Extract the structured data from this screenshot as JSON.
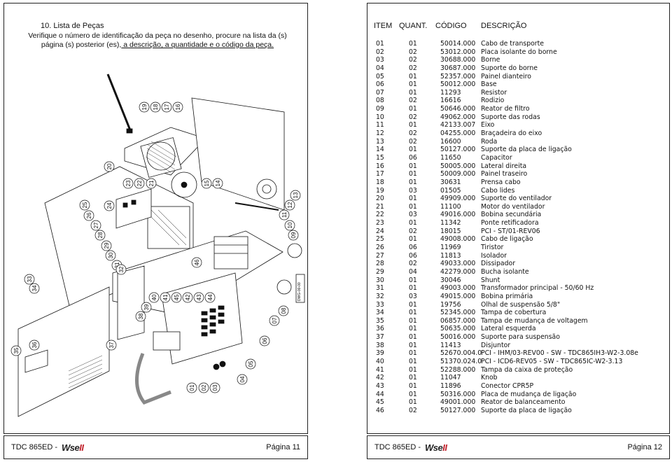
{
  "left": {
    "section_title": "10.  Lista de Peças",
    "intro_line1": "Verifique o número de identificação da peça no desenho, procure na lista da (s)",
    "intro_line2_a": "página (s) posterior (es),",
    "intro_line2_b": " a descrição, a quantidade e o código da peça.",
    "diagram_code": "DWG-00-00",
    "callouts": [
      "01",
      "02",
      "03",
      "04",
      "05",
      "06",
      "07",
      "08",
      "09",
      "10",
      "11",
      "12",
      "13",
      "14",
      "15",
      "16",
      "17",
      "18",
      "19",
      "20",
      "21",
      "22",
      "23",
      "24",
      "25",
      "26",
      "27",
      "28",
      "29",
      "30",
      "31",
      "32",
      "33",
      "34",
      "35",
      "36",
      "37",
      "38",
      "39",
      "40",
      "41",
      "42",
      "43",
      "44",
      "45",
      "46"
    ],
    "footer": {
      "model": "TDC 865ED -",
      "logo_main": "Wse",
      "logo_sub": "II",
      "page": "Página 11"
    }
  },
  "right": {
    "headers": {
      "item": "ITEM",
      "qty": "QUANT.",
      "code": "CÓDIGO",
      "desc": "DESCRIÇÃO"
    },
    "parts": [
      [
        "01",
        "01",
        "50014.000",
        "Cabo de transporte"
      ],
      [
        "02",
        "02",
        "53012.000",
        "Placa isolante do borne"
      ],
      [
        "03",
        "02",
        "30688.000",
        "Borne"
      ],
      [
        "04",
        "02",
        "30687.000",
        "Suporte do borne"
      ],
      [
        "05",
        "01",
        "52357.000",
        "Painel dianteiro"
      ],
      [
        "06",
        "01",
        "50012.000",
        "Base"
      ],
      [
        "07",
        "01",
        "11293",
        "Resistor"
      ],
      [
        "08",
        "02",
        "16616",
        "Rodizio"
      ],
      [
        "09",
        "01",
        "50646.000",
        "Reator de filtro"
      ],
      [
        "10",
        "02",
        "49062.000",
        "Suporte das rodas"
      ],
      [
        "11",
        "01",
        "42133.007",
        "Eixo"
      ],
      [
        "12",
        "02",
        "04255.000",
        "Braçadeira do eixo"
      ],
      [
        "13",
        "02",
        "16600",
        "Roda"
      ],
      [
        "14",
        "01",
        "50127.000",
        "Suporte da placa de ligação"
      ],
      [
        "15",
        "06",
        "11650",
        "Capacitor"
      ],
      [
        "16",
        "01",
        "50005.000",
        "Lateral direita"
      ],
      [
        "17",
        "01",
        "50009.000",
        "Painel traseiro"
      ],
      [
        "18",
        "01",
        "30631",
        "Prensa cabo"
      ],
      [
        "19",
        "03",
        "01505",
        "Cabo lides"
      ],
      [
        "20",
        "01",
        "49909.000",
        "Suporte do ventilador"
      ],
      [
        "21",
        "01",
        "11100",
        "Motor do ventilador"
      ],
      [
        "22",
        "03",
        "49016.000",
        "Bobina secundária"
      ],
      [
        "23",
        "01",
        "11342",
        "Ponte retificadora"
      ],
      [
        "24",
        "02",
        "18015",
        "PCI - ST/01-REV06"
      ],
      [
        "25",
        "01",
        "49008.000",
        "Cabo de ligação"
      ],
      [
        "26",
        "06",
        "11969",
        "Tiristor"
      ],
      [
        "27",
        "06",
        "11813",
        "Isolador"
      ],
      [
        "28",
        "02",
        "49033.000",
        "Dissipador"
      ],
      [
        "29",
        "04",
        "42279.000",
        "Bucha isolante"
      ],
      [
        "30",
        "01",
        "30046",
        "Shunt"
      ],
      [
        "31",
        "01",
        "49003.000",
        "Transformador principal - 50/60 Hz"
      ],
      [
        "32",
        "03",
        "49015.000",
        "Bobina primária"
      ],
      [
        "33",
        "01",
        "19756",
        "Olhal de suspensão 5/8\""
      ],
      [
        "34",
        "01",
        "52345.000",
        "Tampa de cobertura"
      ],
      [
        "35",
        "01",
        "06857.000",
        "Tampa de mudança de voltagem"
      ],
      [
        "36",
        "01",
        "50635.000",
        "Lateral esquerda"
      ],
      [
        "37",
        "01",
        "50016.000",
        "Suporte para suspensão"
      ],
      [
        "38",
        "01",
        "11413",
        "Disjuntor"
      ],
      [
        "39",
        "01",
        "52670.004.0",
        "PCI - IHM/03-REV00 - SW - TDC865IH3-W2-3.08e"
      ],
      [
        "40",
        "01",
        "51370.024.0",
        "PCI - ICD6-REV05 - SW - TDC865IC-W2-3.13"
      ],
      [
        "41",
        "01",
        "52288.000",
        "Tampa da caixa de proteção"
      ],
      [
        "42",
        "01",
        "11047",
        "Knob"
      ],
      [
        "43",
        "01",
        "11896",
        "Conector CPR5P"
      ],
      [
        "44",
        "01",
        "50316.000",
        "Placa de mudança de ligação"
      ],
      [
        "45",
        "01",
        "49001.000",
        "Reator de balanceamento"
      ],
      [
        "46",
        "02",
        "50127.000",
        "Suporte da placa de ligação"
      ]
    ],
    "footer": {
      "model": "TDC 865ED -",
      "logo_main": "Wse",
      "logo_sub": "II",
      "page": "Página 12"
    }
  }
}
